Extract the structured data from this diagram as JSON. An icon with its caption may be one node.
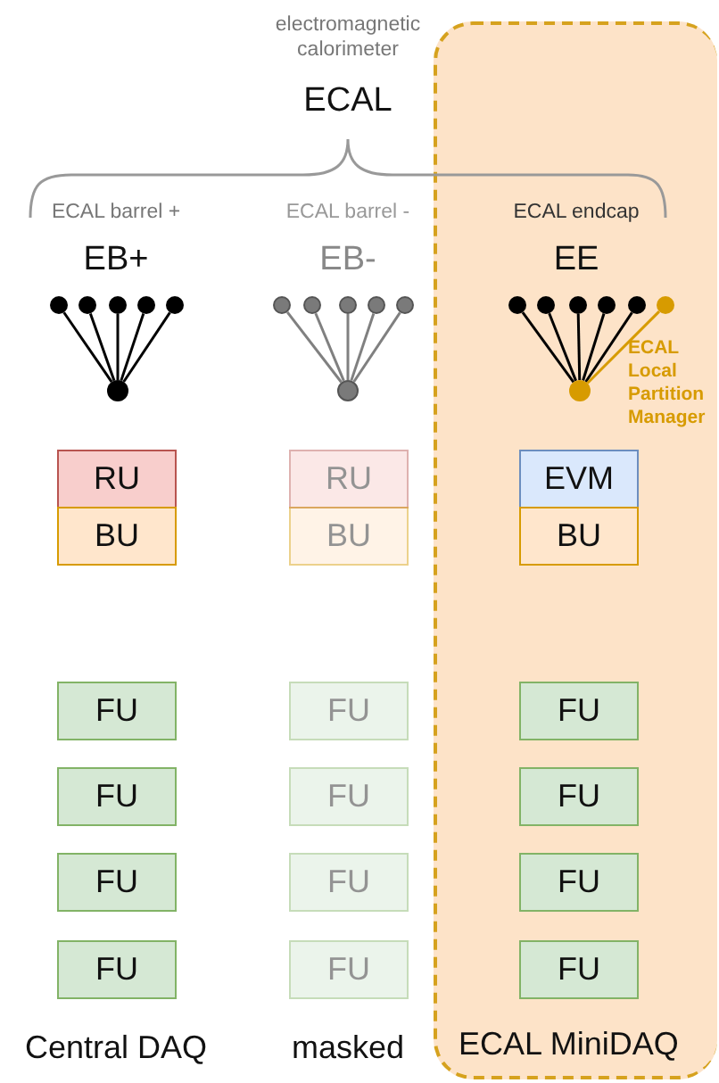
{
  "diagram": {
    "nodes": [
      {
        "text": [
          "ECAL MiniDAQ"
        ]
      },
      {
        "text": [],
        "shape": "circle"
      },
      {
        "text": [],
        "shape": "circle"
      },
      {
        "text": [],
        "shape": "circle"
      },
      {
        "text": [],
        "shape": "circle"
      },
      {
        "text": [],
        "shape": "circle"
      },
      {
        "text": [],
        "shape": "circle"
      },
      {
        "text": [],
        "shape": "circle"
      },
      {
        "text": [],
        "shape": "circle"
      },
      {
        "text": [],
        "shape": "circle"
      },
      {
        "text": [],
        "shape": "circle"
      },
      {
        "text": [],
        "shape": "circle"
      },
      {
        "text": [],
        "shape": "circle"
      },
      {
        "text": [],
        "shape": "circle",
        "in": 0
      },
      {
        "text": [],
        "shape": "circle",
        "in": 0
      },
      {
        "text": [],
        "shape": "circle",
        "in": 0
      },
      {
        "text": [],
        "shape": "circle",
        "in": 0
      },
      {
        "text": [],
        "shape": "circle",
        "in": 0
      },
      {
        "text": [],
        "shape": "circle",
        "in": 0
      },
      {
        "text": [],
        "shape": "circle",
        "in": 0
      },
      {
        "text": [
          "RU"
        ]
      },
      {
        "text": [
          "BU"
        ]
      },
      {
        "text": [
          "RU"
        ]
      },
      {
        "text": [
          "BU"
        ]
      },
      {
        "text": [
          "EVM"
        ],
        "in": 0
      },
      {
        "text": [
          "BU"
        ],
        "in": 0
      },
      {
        "text": [
          "FU"
        ]
      },
      {
        "text": [
          "FU"
        ]
      },
      {
        "text": [
          "FU"
        ]
      },
      {
        "text": [
          "FU"
        ]
      },
      {
        "text": [
          "FU"
        ]
      },
      {
        "text": [
          "FU"
        ]
      },
      {
        "text": [
          "FU"
        ]
      },
      {
        "text": [
          "FU"
        ]
      },
      {
        "text": [
          "FU"
        ],
        "in": 0
      },
      {
        "text": [
          "FU"
        ],
        "in": 0
      },
      {
        "text": [
          "FU"
        ],
        "in": 0
      },
      {
        "text": [
          "FU"
        ],
        "in": 0
      }
    ],
    "edges": [
      {
        "from": 1,
        "to": 6,
        "arrow": "none"
      },
      {
        "from": 2,
        "to": 6,
        "arrow": "none"
      },
      {
        "from": 3,
        "to": 6,
        "arrow": "none"
      },
      {
        "from": 4,
        "to": 6,
        "arrow": "none"
      },
      {
        "from": 5,
        "to": 6,
        "arrow": "none"
      },
      {
        "from": 7,
        "to": 12,
        "arrow": "none",
        "color": "#808080"
      },
      {
        "from": 8,
        "to": 12,
        "arrow": "none",
        "color": "#808080"
      },
      {
        "from": 9,
        "to": 12,
        "arrow": "none",
        "color": "#808080"
      },
      {
        "from": 10,
        "to": 12,
        "arrow": "none",
        "color": "#808080"
      },
      {
        "from": 11,
        "to": 12,
        "arrow": "none",
        "color": "#808080"
      },
      {
        "from": 13,
        "to": 19,
        "arrow": "none"
      },
      {
        "from": 14,
        "to": 19,
        "arrow": "none"
      },
      {
        "from": 15,
        "to": 19,
        "arrow": "none"
      },
      {
        "from": 16,
        "to": 19,
        "arrow": "none"
      },
      {
        "from": 17,
        "to": 19,
        "arrow": "none"
      },
      {
        "from": 18,
        "to": 19,
        "arrow": "none",
        "color": "#d79b00"
      }
    ],
    "labels": [
      "electromagnetic calorimeter",
      "ECAL",
      "ECAL barrel +",
      "EB+",
      "ECAL barrel -",
      "EB-",
      "ECAL endcap",
      "EE",
      "ECAL Local Partition Manager",
      "Central DAQ",
      "masked"
    ]
  }
}
